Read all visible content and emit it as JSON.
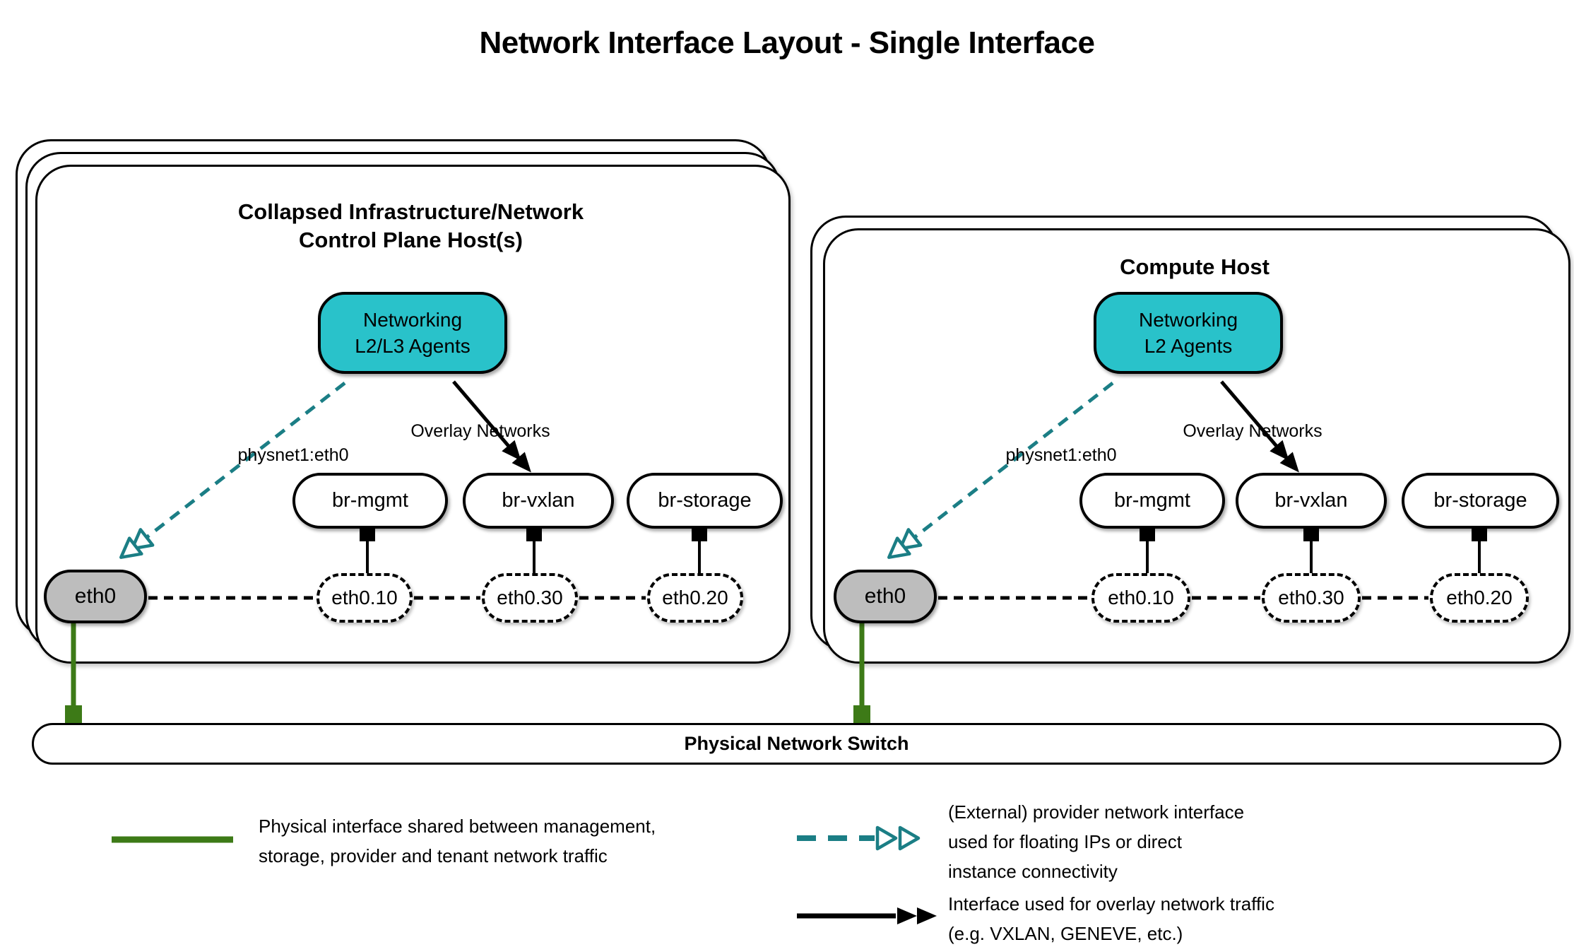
{
  "colors": {
    "teal-fill": "#29c2ca",
    "teal-stroke": "#1b7e85",
    "green": "#3d7a17",
    "gray-fill": "#bdbdbd"
  },
  "title": "Network Interface Layout - Single Interface",
  "hosts": [
    {
      "name_lines": [
        "Collapsed Infrastructure/Network",
        "Control Plane Host(s)"
      ],
      "agent_lines": [
        "Networking",
        "L2/L3 Agents"
      ],
      "provider_arrow_label": "physnet1:eth0",
      "overlay_arrow_label": "Overlay Networks",
      "bridges": [
        "br-mgmt",
        "br-vxlan",
        "br-storage"
      ],
      "physical_interface": "eth0",
      "vlan_subinterfaces": [
        "eth0.10",
        "eth0.30",
        "eth0.20"
      ]
    },
    {
      "name_lines": [
        "Compute Host"
      ],
      "agent_lines": [
        "Networking",
        "L2 Agents"
      ],
      "provider_arrow_label": "physnet1:eth0",
      "overlay_arrow_label": "Overlay Networks",
      "bridges": [
        "br-mgmt",
        "br-vxlan",
        "br-storage"
      ],
      "physical_interface": "eth0",
      "vlan_subinterfaces": [
        "eth0.10",
        "eth0.30",
        "eth0.20"
      ]
    }
  ],
  "switch_label": "Physical Network Switch",
  "legend": {
    "physical": {
      "lines": [
        "Physical interface shared between management,",
        "storage, provider and tenant network traffic"
      ]
    },
    "provider": {
      "lines": [
        "(External) provider network interface",
        "used for floating IPs or direct",
        "instance connectivity"
      ]
    },
    "overlay": {
      "lines": [
        "Interface used for overlay network traffic",
        "(e.g. VXLAN, GENEVE, etc.)"
      ]
    }
  }
}
